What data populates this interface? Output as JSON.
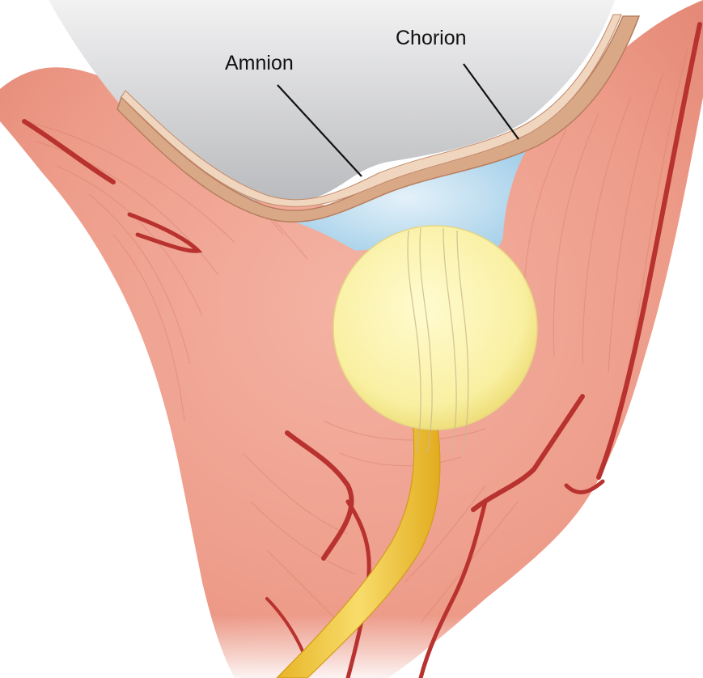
{
  "labels": {
    "amnion": "Amnion",
    "chorion": "Chorion"
  },
  "colors": {
    "background": "#ffffff",
    "uterine_tissue": "#f0a493",
    "tissue_light": "#f6c3b6",
    "tissue_fibers": "#d9806f",
    "blood_vessel": "#b8322f",
    "membrane": "#d4a07e",
    "membrane_highlight": "#f2d9c2",
    "amniotic_cavity": "#c9cacc",
    "extra_amniotic_space": "#a9d2ea",
    "balloon": "#f8ef9a",
    "catheter": "#f1c83b",
    "leader_line": "#111111"
  },
  "elements": {
    "balloon": "balloon-catheter-bulb",
    "catheter": "catheter-shaft",
    "cavity": "amniotic-cavity",
    "space": "extra-amniotic-space"
  }
}
